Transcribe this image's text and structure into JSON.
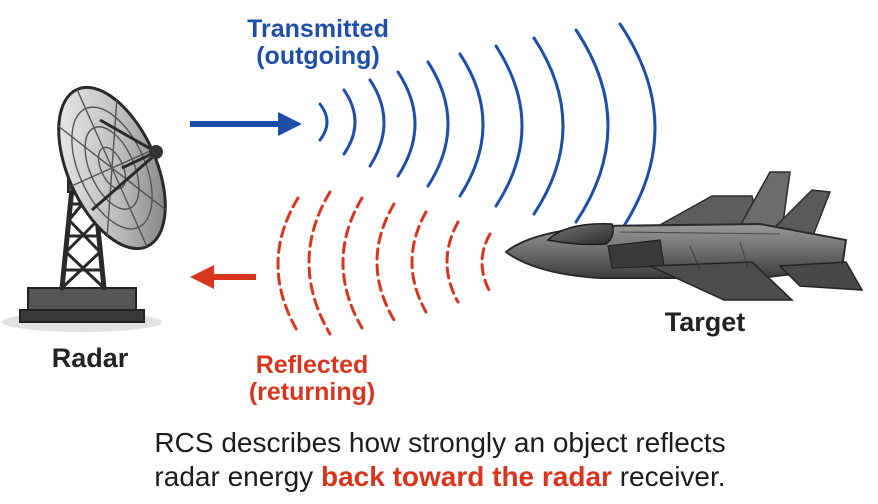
{
  "labels": {
    "transmitted_line1": "Transmitted",
    "transmitted_line2": "(outgoing)",
    "reflected_line1": "Reflected",
    "reflected_line2": "(returning)",
    "radar": "Radar",
    "target": "Target"
  },
  "caption": {
    "line1": "RCS describes how strongly an object reflects",
    "line2_before": "radar energy ",
    "line2_highlight": "back toward the radar",
    "line2_after": " receiver."
  },
  "colors": {
    "transmitted": "#1e4fa8",
    "reflected": "#d8351f",
    "text": "#1c1c1c"
  },
  "icons": {
    "radar": "radar-dish-icon",
    "target": "fighter-jet-icon"
  }
}
